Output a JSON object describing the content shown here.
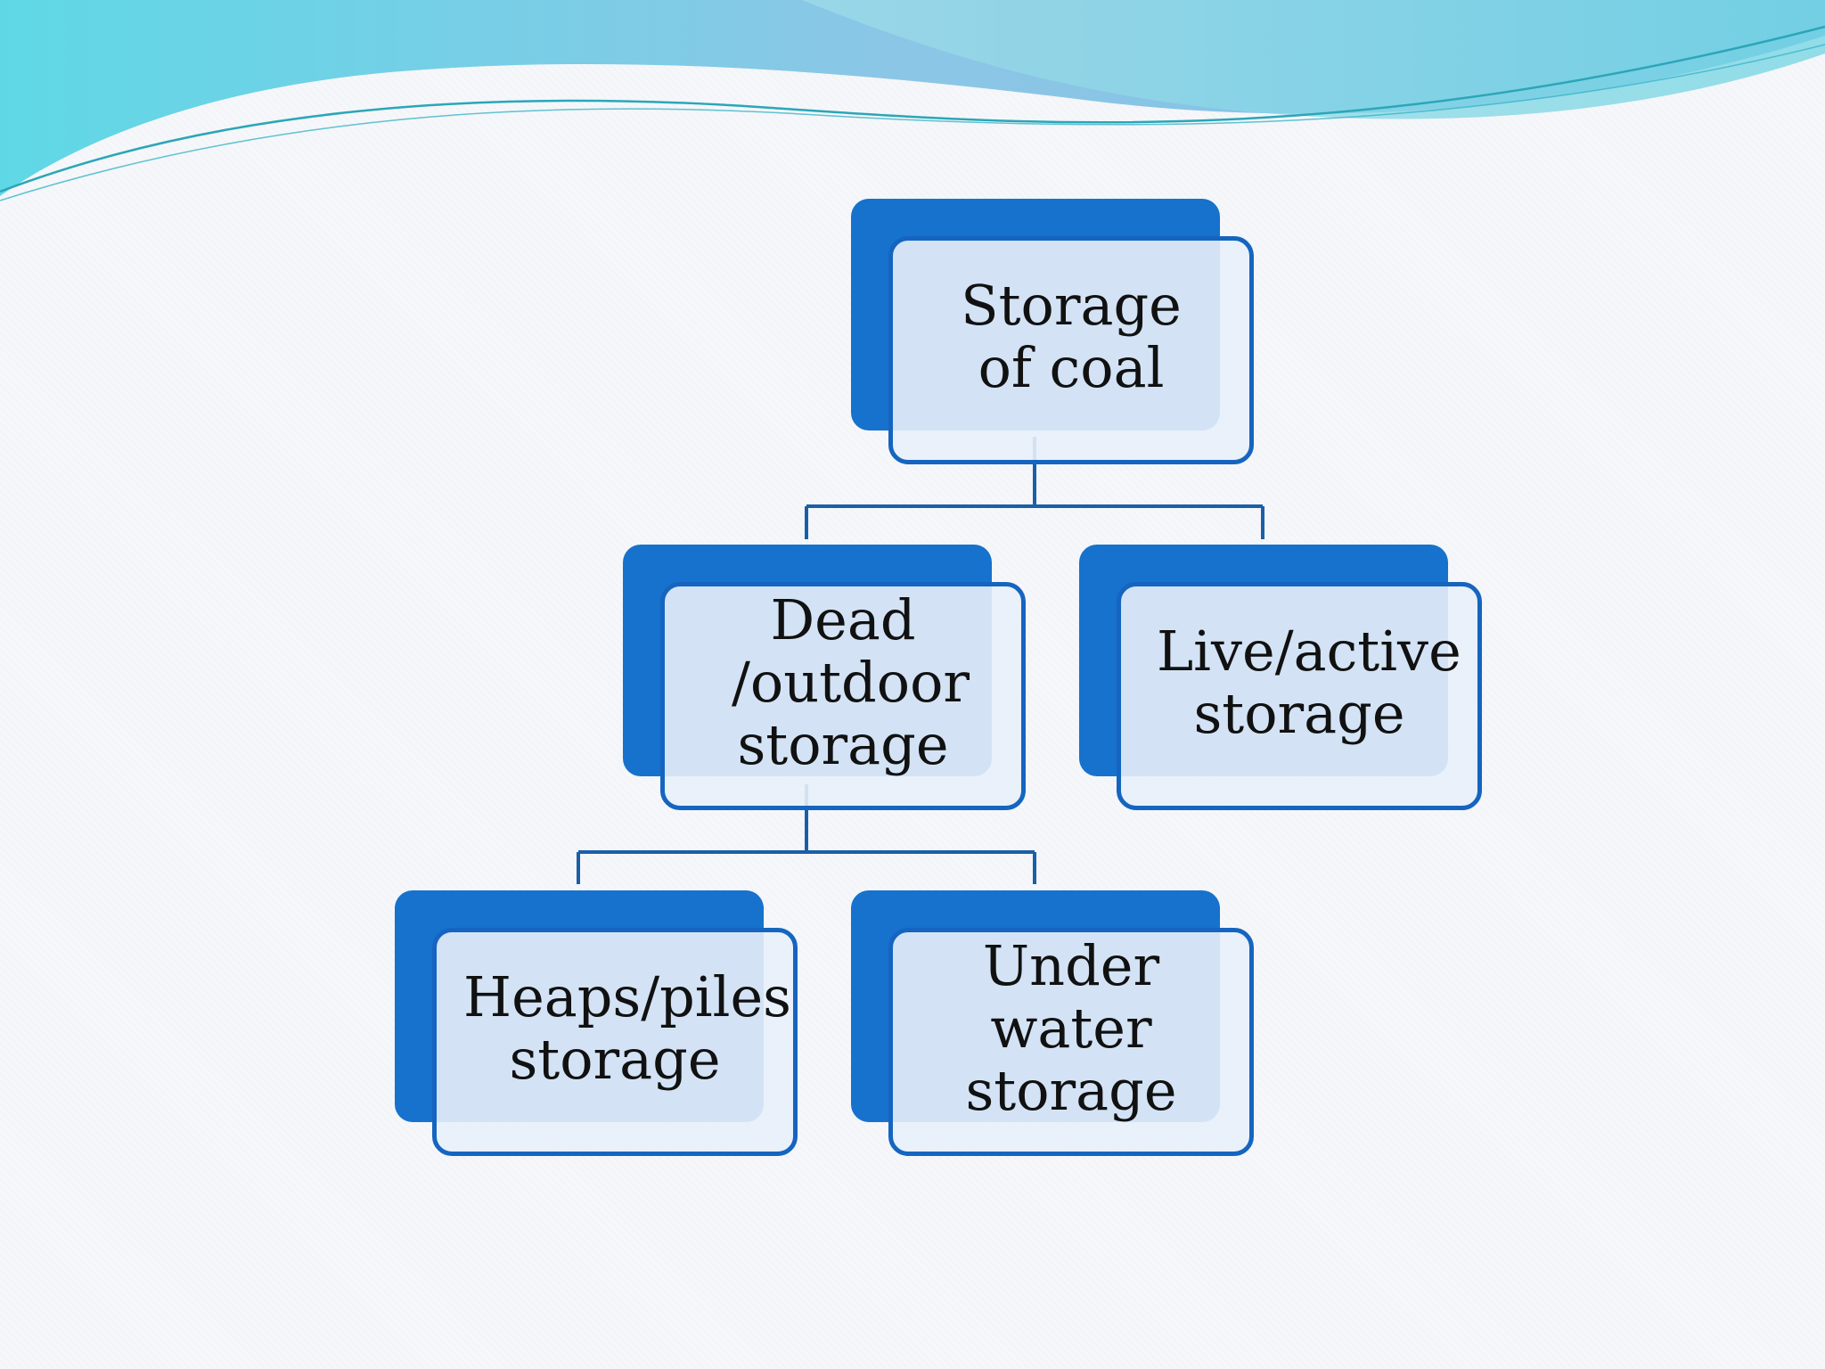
{
  "diagram": {
    "root": {
      "label": "Storage of coal"
    },
    "level1": [
      {
        "label": "Dead /outdoor storage"
      },
      {
        "label": "Live/active storage"
      }
    ],
    "level2": [
      {
        "label": "Heaps/piles storage"
      },
      {
        "label": "Under water storage"
      }
    ]
  },
  "colors": {
    "box_back": "#1672cc",
    "box_border": "#1565c0",
    "box_fill": "#e8f0fa",
    "connector": "#1a5fa8",
    "wave_cyan": "#6fd6e4",
    "wave_blue": "#7ab7de"
  }
}
